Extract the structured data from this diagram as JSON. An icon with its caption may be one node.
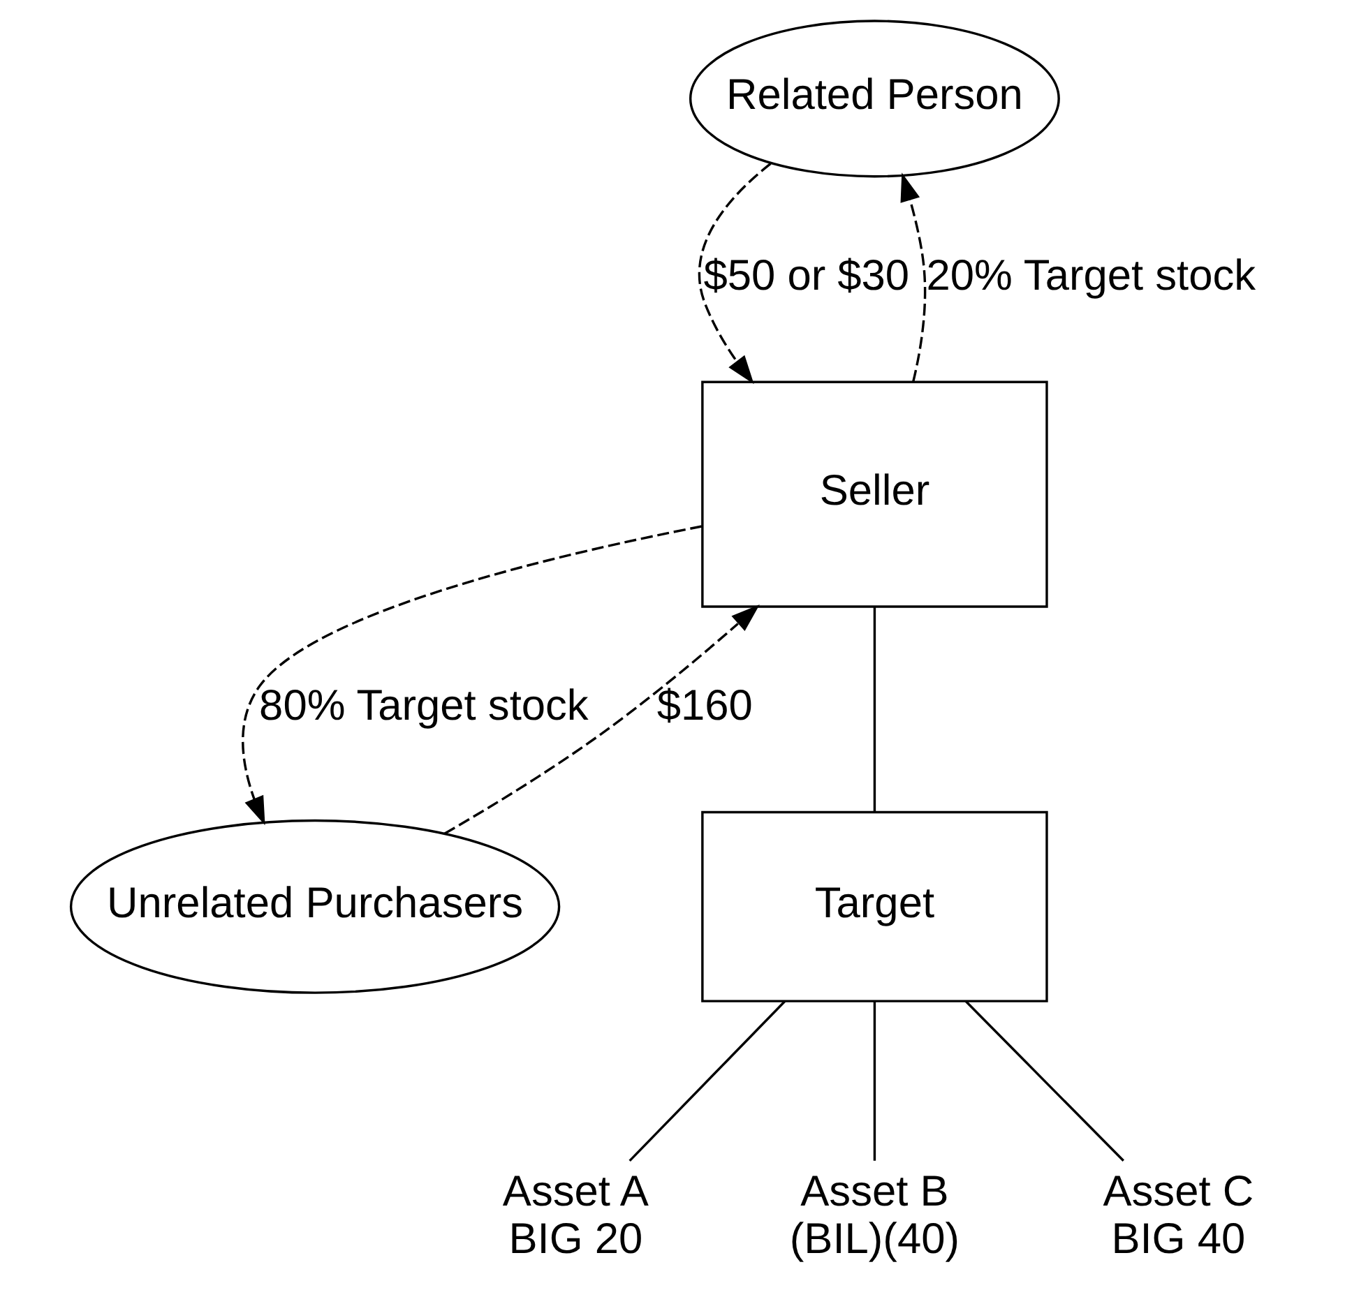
{
  "diagram": {
    "nodes": [
      {
        "text": [
          "Related Person"
        ]
      },
      {
        "text": [
          "Seller"
        ]
      },
      {
        "text": [
          "Unrelated Purchasers"
        ]
      },
      {
        "text": [
          "Target"
        ]
      },
      {
        "text": [
          "Asset A",
          "BIG 20"
        ]
      },
      {
        "text": [
          "Asset B",
          "(BIL)(40)"
        ]
      },
      {
        "text": [
          "Asset C",
          "BIG 40"
        ]
      }
    ],
    "edges": [
      {
        "from": 0,
        "to": 1,
        "arrow": "to",
        "style": "dashed",
        "label": "$50 or $30"
      },
      {
        "from": 1,
        "to": 0,
        "arrow": "to",
        "style": "dashed",
        "label": "20% Target stock"
      },
      {
        "from": 1,
        "to": 2,
        "arrow": "to",
        "style": "dashed",
        "label": "80% Target stock"
      },
      {
        "from": 2,
        "to": 1,
        "arrow": "to",
        "style": "dashed",
        "label": "$160"
      },
      {
        "from": 1,
        "to": 3,
        "arrow": "none"
      },
      {
        "from": 3,
        "to": 4,
        "arrow": "none"
      },
      {
        "from": 3,
        "to": 5,
        "arrow": "none"
      },
      {
        "from": 3,
        "to": 6,
        "arrow": "none"
      }
    ]
  }
}
